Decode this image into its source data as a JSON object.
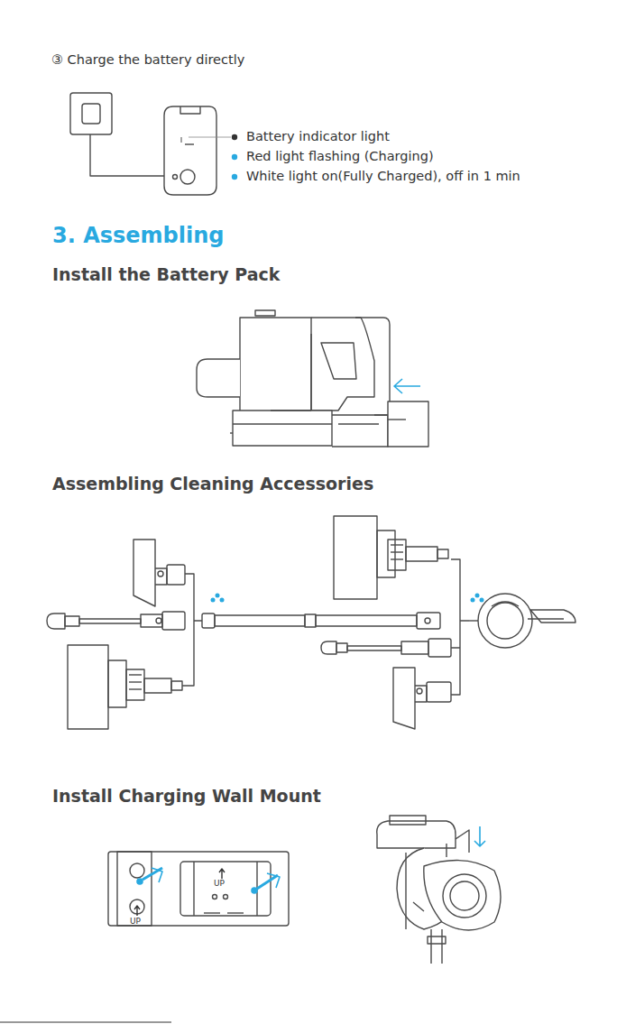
{
  "diagram": {
    "title": "3. Assembling",
    "labels": [
      "③ Charge the battery directly",
      "Battery indicator light",
      "Red light flashing (Charging)",
      "White light on(Fully Charged), off in 1 min",
      "Install the Battery Pack",
      "Assembling Cleaning Accessories",
      "Install Charging Wall Mount",
      "UP",
      "UP"
    ]
  }
}
